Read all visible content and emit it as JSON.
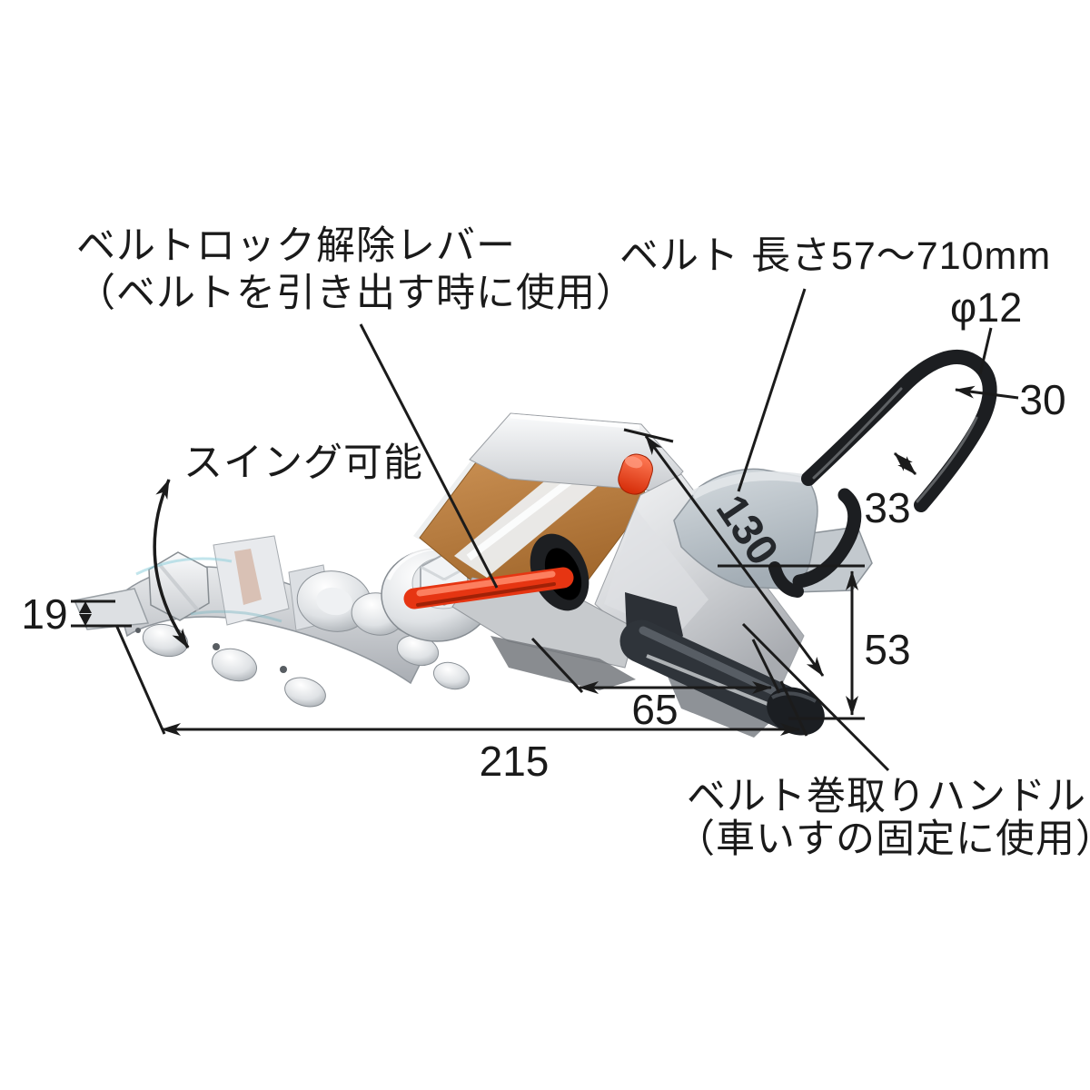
{
  "figure": {
    "background": "#ffffff",
    "line_color": "#1b1b1b",
    "labels": {
      "lock_lever_1": "ベルトロック解除レバー",
      "lock_lever_2": "（ベルトを引き出す時に使用）",
      "belt_length": "ベルト 長さ57～710mm",
      "swing": "スイング可能",
      "winding_handle_1": "ベルト巻取りハンドル",
      "winding_handle_2": "（車いすの固定に使用）"
    },
    "dimensions": {
      "hook_wire_diameter": "φ12",
      "hook_tip_opening": "30",
      "hook_side_opening": "33",
      "bracket_length": "130",
      "body_height": "53",
      "body_depth": "65",
      "overall_length": "215",
      "rail_thickness": "19"
    },
    "colors": {
      "metal": "#d7dadd",
      "belt_roll": "#b97c3f",
      "release_lever": "#e63512",
      "hook": "#1c1e21",
      "strap": "#bcc5cc",
      "handle": "#2f343a"
    }
  }
}
